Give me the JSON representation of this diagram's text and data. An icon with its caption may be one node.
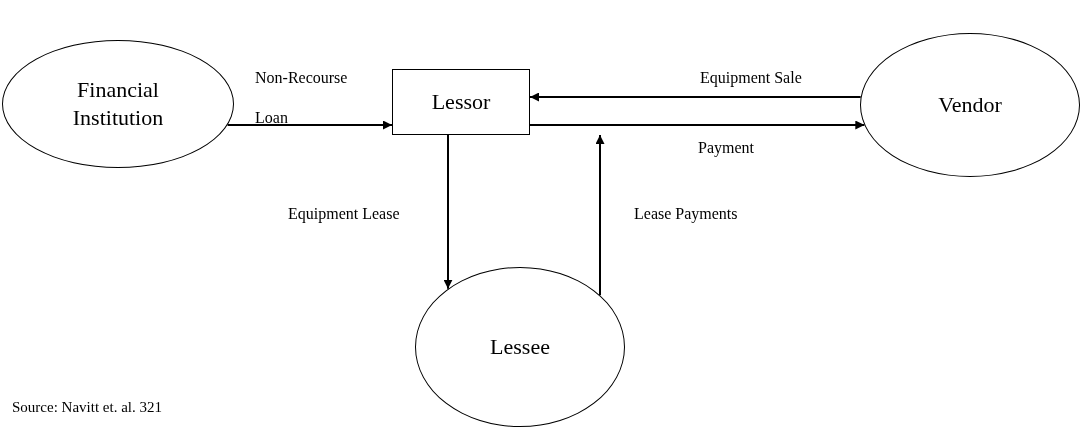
{
  "diagram": {
    "nodes": [
      {
        "text": [
          "Financial Institution"
        ]
      },
      {
        "text": [
          "Lessor"
        ]
      },
      {
        "text": [
          "Vendor"
        ]
      },
      {
        "text": [
          "Lessee"
        ]
      }
    ],
    "edges": [
      {
        "from": 0,
        "to": 1,
        "arrow": "to",
        "label": "Non-Recourse Loan"
      },
      {
        "from": 2,
        "to": 1,
        "arrow": "to",
        "label": "Equipment Sale"
      },
      {
        "from": 1,
        "to": 2,
        "arrow": "to",
        "label": "Payment"
      },
      {
        "from": 1,
        "to": 3,
        "arrow": "to",
        "label": "Equipment Lease"
      },
      {
        "from": 3,
        "to": 1,
        "arrow": "to",
        "label": "Lease Payments"
      }
    ],
    "labels": [
      "Source: Navitt et. al. 321"
    ]
  }
}
